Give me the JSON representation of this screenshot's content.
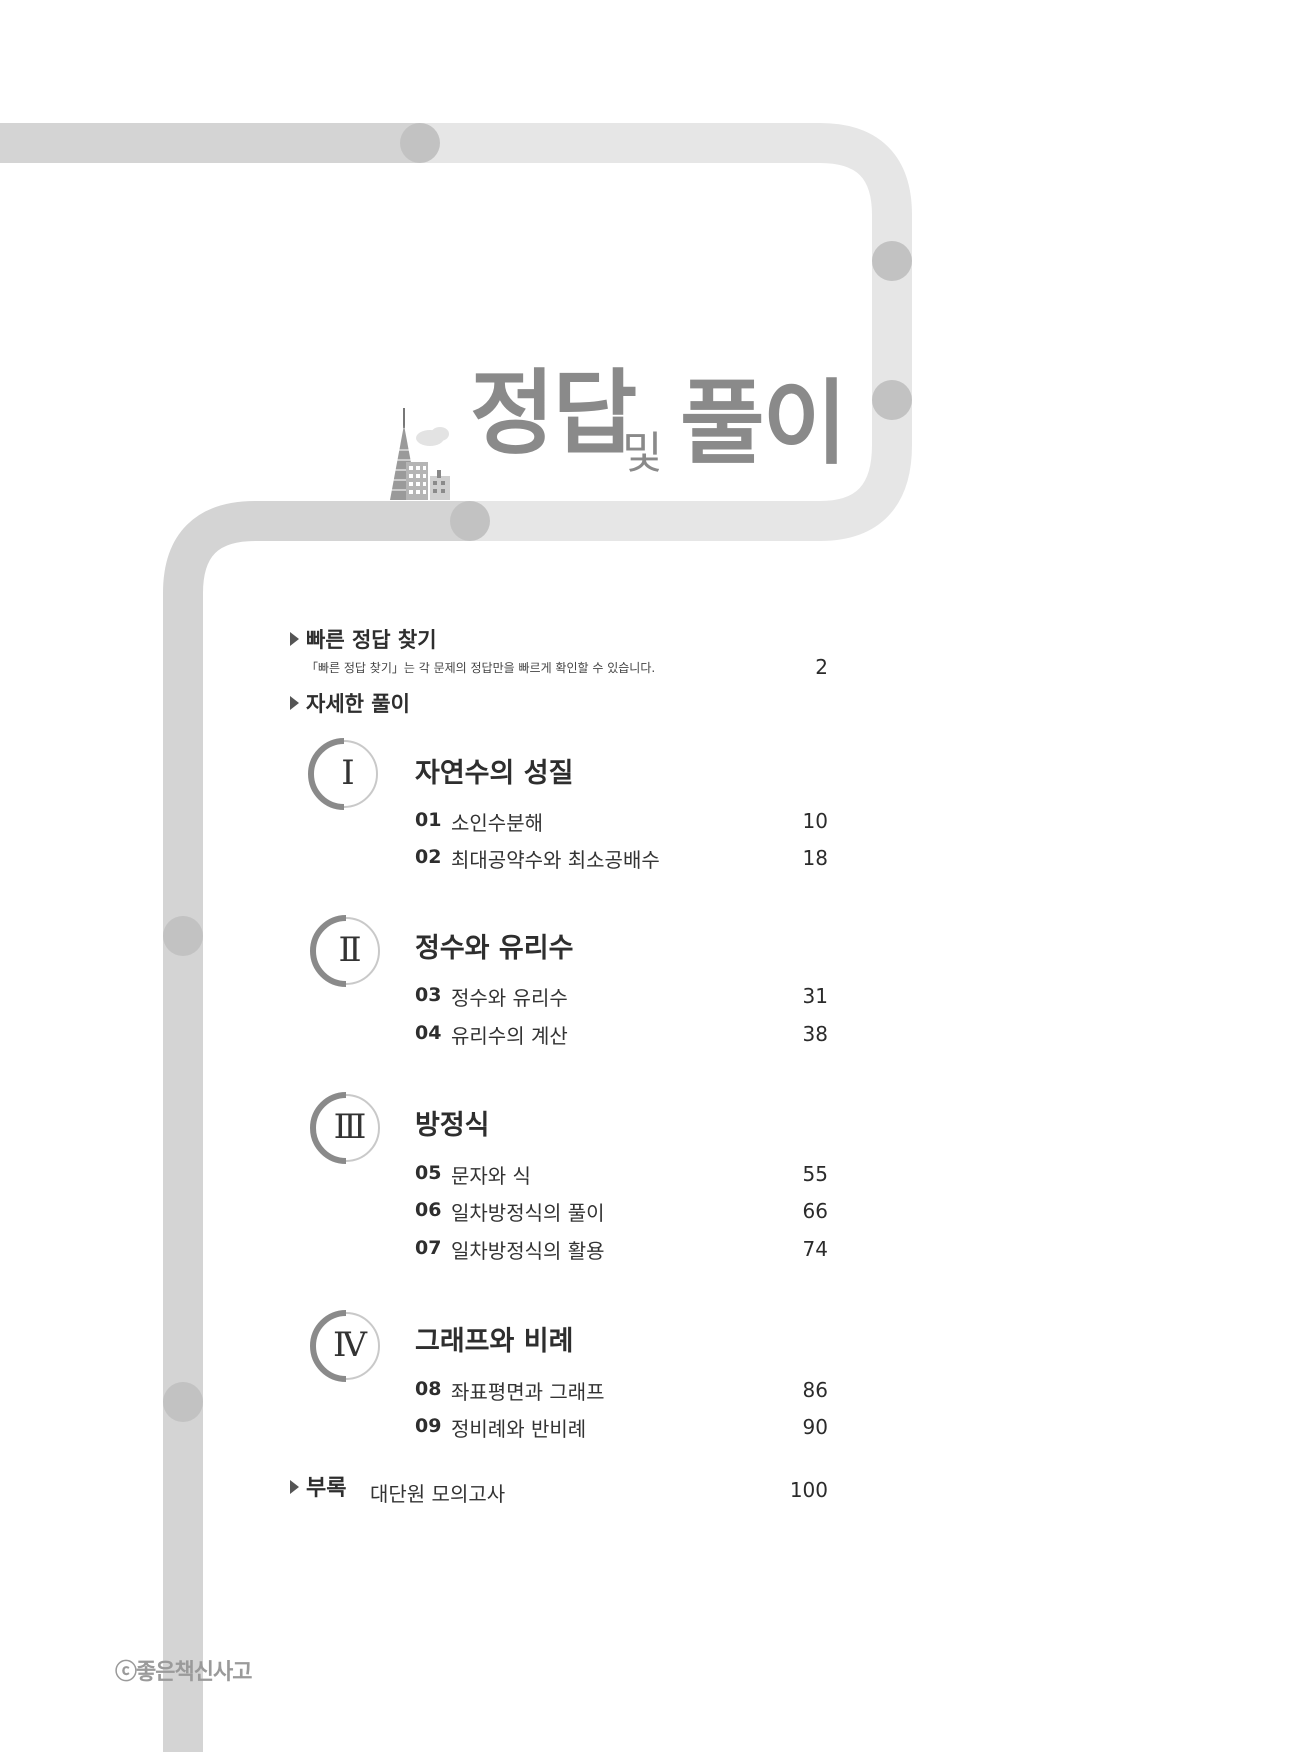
{
  "header": {
    "title_part1": "정답",
    "title_connector": "및",
    "title_part2": "풀이"
  },
  "quick_answers": {
    "heading": "빠른 정답 찾기",
    "description": "「빠른 정답 찾기」는 각 문제의 정답만을 빠르게 확인할 수 있습니다.",
    "page": "2"
  },
  "detailed": {
    "heading": "자세한 풀이"
  },
  "chapters": [
    {
      "numeral": "Ⅰ",
      "title": "자연수의 성질",
      "items": [
        {
          "num": "01",
          "title": "소인수분해",
          "page": "10"
        },
        {
          "num": "02",
          "title": "최대공약수와 최소공배수",
          "page": "18"
        }
      ]
    },
    {
      "numeral": "Ⅱ",
      "title": "정수와 유리수",
      "items": [
        {
          "num": "03",
          "title": "정수와 유리수",
          "page": "31"
        },
        {
          "num": "04",
          "title": "유리수의 계산",
          "page": "38"
        }
      ]
    },
    {
      "numeral": "Ⅲ",
      "title": "방정식",
      "items": [
        {
          "num": "05",
          "title": "문자와 식",
          "page": "55"
        },
        {
          "num": "06",
          "title": "일차방정식의 풀이",
          "page": "66"
        },
        {
          "num": "07",
          "title": "일차방정식의 활용",
          "page": "74"
        }
      ]
    },
    {
      "numeral": "Ⅳ",
      "title": "그래프와 비례",
      "items": [
        {
          "num": "08",
          "title": "좌표평면과 그래프",
          "page": "86"
        },
        {
          "num": "09",
          "title": "정비례와 반비례",
          "page": "90"
        }
      ]
    }
  ],
  "appendix": {
    "heading": "부록",
    "title": "대단원 모의고사",
    "page": "100"
  },
  "footer": {
    "copyright": "ⓒ좋은책신사고"
  },
  "colors": {
    "track_light": "#e6e6e6",
    "track_mid": "#d4d4d4",
    "dot": "#c2c2c2",
    "title_gray": "#8a8a8a"
  },
  "icons": [
    "arrow-right-icon",
    "city-skyline-icon",
    "roman-ring-icon"
  ]
}
